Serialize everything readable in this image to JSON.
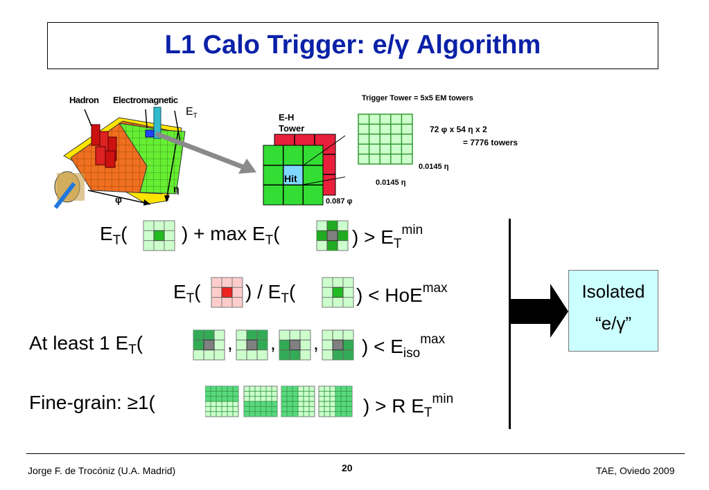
{
  "slide": {
    "title": "L1 Calo Trigger: e/γ Algorithm",
    "page_number": "20"
  },
  "detector": {
    "hadron_label": "Hadron",
    "em_label": "Electromagnetic",
    "et_label": "E",
    "et_sub": "T",
    "eta_label": "η",
    "phi_label": "φ"
  },
  "tower": {
    "eh_label": "E-H\nTower",
    "hit_label": "Hit",
    "phi_size": "0.087 φ",
    "trigger_tower_def": "Trigger Tower = 5x5 EM towers",
    "count_line1": "72 φ x 54 η x 2",
    "count_line2": "= 7776 towers",
    "eta_size_right": "0.0145 η",
    "eta_size_bottom": "0.0145 η"
  },
  "conditions": [
    {
      "text_left": "E",
      "sub": "T",
      "open": "(",
      "mid": " ) + max E",
      "mid_sub": "T",
      "mid_open": "(",
      "close": " ) > E",
      "close_sub": "T",
      "close_sup": "min"
    },
    {
      "text_left": "E",
      "sub": "T",
      "open": "(",
      "mid": " ) / E",
      "mid_sub": "T",
      "mid_open": "(",
      "close": " ) < HoE",
      "close_sup": "max"
    },
    {
      "prefix": "At least 1 E",
      "sub": "T",
      "open": "(",
      "sep": ",",
      "close": ") < E",
      "close_sub": "iso",
      "close_sup": "max"
    },
    {
      "prefix": "Fine-grain: ≥1(",
      "close": ") > R E",
      "close_sub": "T",
      "close_sup": "min"
    }
  ],
  "output": {
    "label": "Isolated",
    "symbol": "“e/γ”"
  },
  "footer": {
    "author": "Jorge F. de Trocóniz (U.A. Madrid)",
    "event": "TAE, Oviedo 2009"
  },
  "colors": {
    "title": "#0a21a8",
    "em_green": "#33cc33",
    "hadron_red": "#e8203c",
    "light_green": "#ccffcc",
    "center_grey": "#808080",
    "iso_box": "#ccffff"
  }
}
